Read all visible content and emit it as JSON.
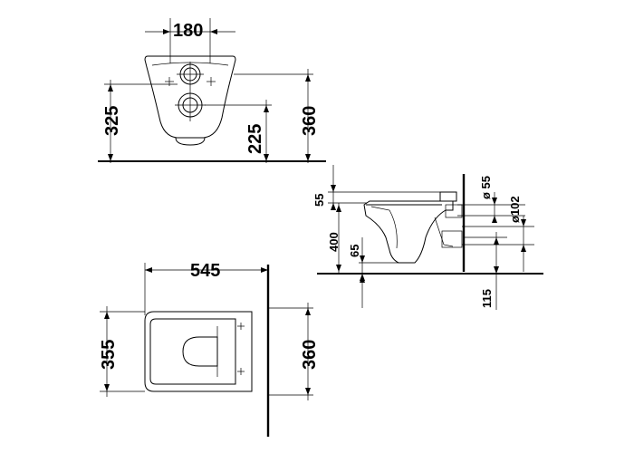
{
  "front_view": {
    "dim_width_between": "180",
    "dim_height_outer": "325",
    "dim_height_inner": "225",
    "dim_height_right": "360"
  },
  "side_view": {
    "dim_top_offset": "55",
    "dim_height": "400",
    "dim_lower": "65",
    "dim_bottom": "115",
    "dim_dia_small": "ø 55",
    "dim_dia_large": "ø102"
  },
  "top_view": {
    "dim_length": "545",
    "dim_width_left": "355",
    "dim_width_right": "360"
  }
}
